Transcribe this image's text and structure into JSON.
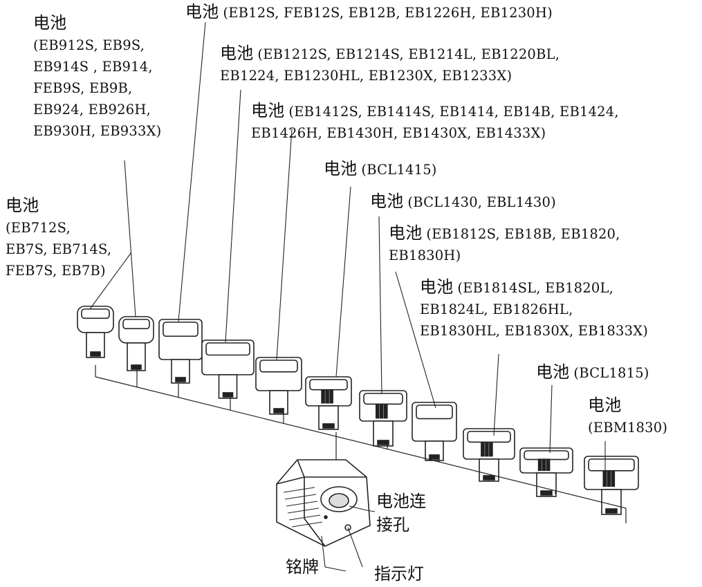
{
  "labels": [
    {
      "id": "b1",
      "heading": "电池",
      "lines": [
        "(EB712S,",
        "EB7S, EB714S,",
        "FEB7S, EB7B)"
      ]
    },
    {
      "id": "b2",
      "heading": "电池",
      "lines": [
        "(EB912S, EB9S,",
        "EB914S , EB914,",
        "FEB9S, EB9B,",
        "EB924, EB926H,",
        "EB930H, EB933X)"
      ]
    },
    {
      "id": "b3",
      "heading": "电池",
      "lines": [
        "(EB12S, FEB12S, EB12B, EB1226H, EB1230H)"
      ]
    },
    {
      "id": "b4",
      "heading": "电池",
      "lines": [
        "(EB1212S, EB1214S, EB1214L, EB1220BL,",
        "EB1224, EB1230HL, EB1230X, EB1233X)"
      ]
    },
    {
      "id": "b5",
      "heading": "电池",
      "lines": [
        "(EB1412S, EB1414S, EB1414, EB14B, EB1424,",
        "EB1426H, EB1430H, EB1430X, EB1433X)"
      ]
    },
    {
      "id": "b6",
      "heading": "电池",
      "lines": [
        "(BCL1415)"
      ]
    },
    {
      "id": "b7",
      "heading": "电池",
      "lines": [
        "(BCL1430, EBL1430)"
      ]
    },
    {
      "id": "b8",
      "heading": "电池",
      "lines": [
        "(EB1812S, EB18B, EB1820,",
        "EB1830H)"
      ]
    },
    {
      "id": "b9",
      "heading": "电池",
      "lines": [
        "(EB1814SL, EB1820L,",
        "EB1824L, EB1826HL,",
        "EB1830HL, EB1830X, EB1833X)"
      ]
    },
    {
      "id": "b10",
      "heading": "电池",
      "lines": [
        "(BCL1815)"
      ]
    },
    {
      "id": "b11",
      "heading": "电池",
      "lines": [
        "(EBM1830)"
      ]
    }
  ],
  "parts": {
    "battery_port": "电池连\n接孔",
    "nameplate": "铭牌",
    "indicator": "指示灯"
  }
}
